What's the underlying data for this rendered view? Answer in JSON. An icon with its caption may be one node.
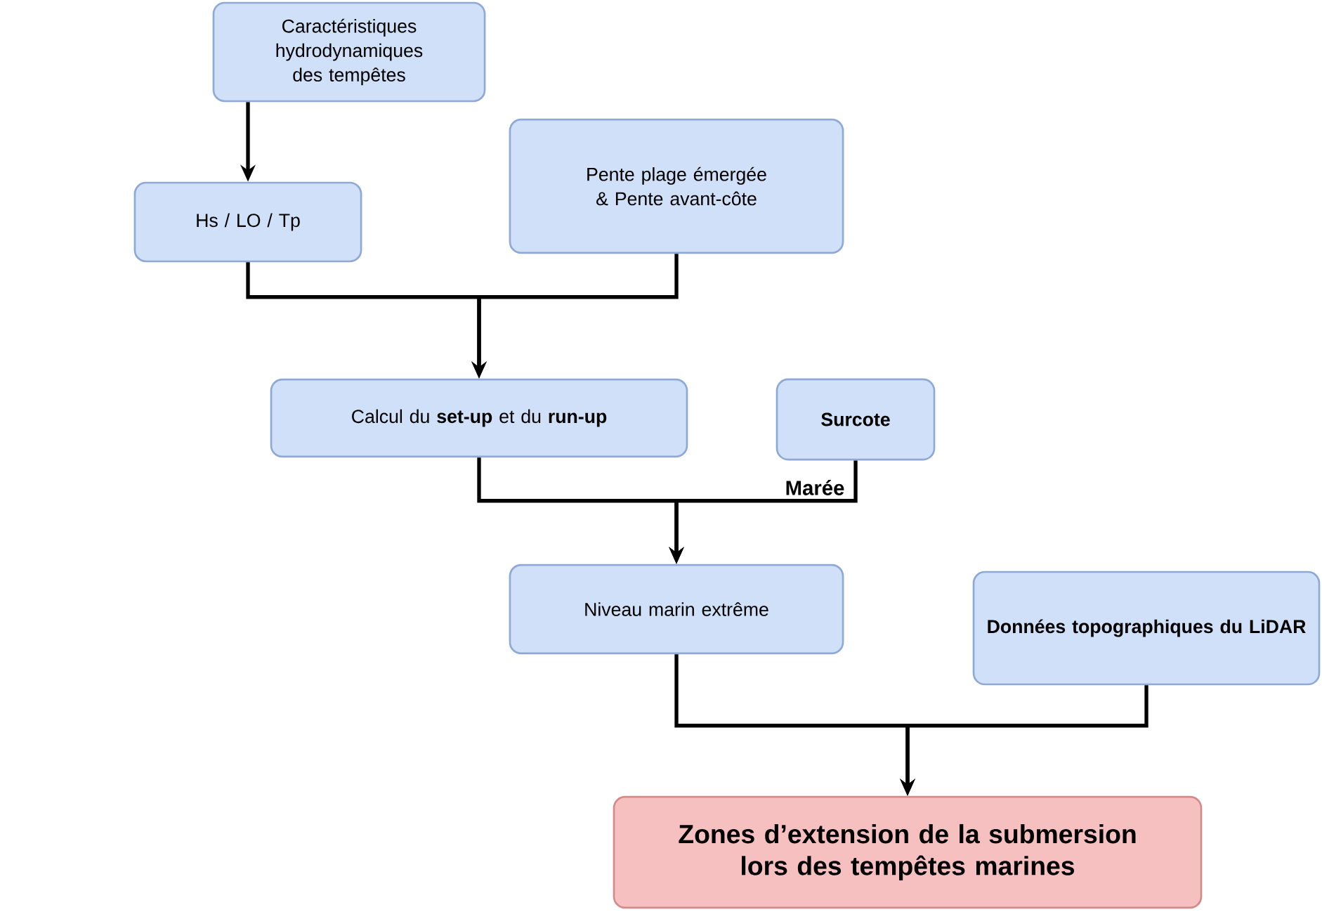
{
  "diagram": {
    "nodes": [
      {
        "text": [
          "Caractéristiques hydrodynamiques des tempêtes"
        ]
      },
      {
        "text": [
          "Hs / LO / Tp"
        ]
      },
      {
        "text": [
          "Pente plage émergée & Pente avant-côte"
        ]
      },
      {
        "text": [
          "Calcul du **set-up** et du **run-up**"
        ]
      },
      {
        "text": [
          "Surcote"
        ]
      },
      {
        "text": [
          "Niveau marin extrême"
        ]
      },
      {
        "text": [
          "Données topographiques du LiDAR"
        ]
      },
      {
        "text": [
          "Zones d’extension de la submersion lors des tempêtes marines"
        ]
      }
    ],
    "edges": [
      {
        "from": 0,
        "to": 1,
        "arrow": "to"
      },
      {
        "from": 1,
        "to": 3,
        "arrow": "to"
      },
      {
        "from": 2,
        "to": 3,
        "arrow": "to"
      },
      {
        "from": 3,
        "to": 5,
        "arrow": "to"
      },
      {
        "from": 4,
        "to": 5,
        "arrow": "to"
      },
      {
        "from": 5,
        "to": 7,
        "arrow": "to"
      },
      {
        "from": 6,
        "to": 7,
        "arrow": "to"
      }
    ],
    "labels": [
      "Marée"
    ]
  }
}
